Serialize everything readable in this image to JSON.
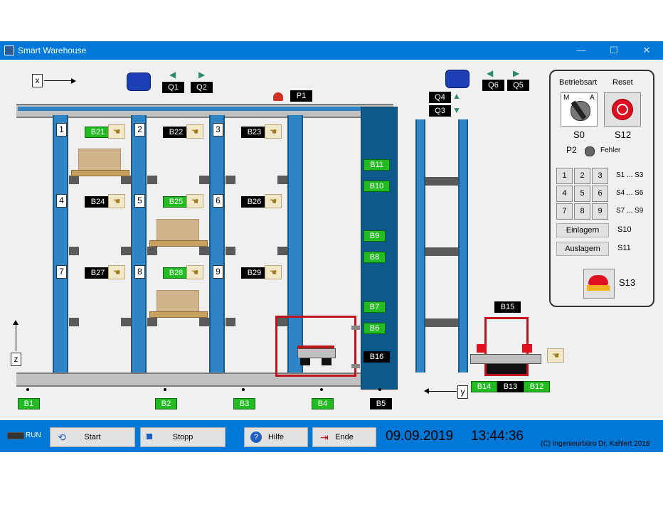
{
  "window": {
    "title": "Smart Warehouse",
    "min_label": "—",
    "max_label": "☐",
    "close_label": "✕"
  },
  "axes": {
    "x": "x",
    "y": "y",
    "z": "z"
  },
  "motors": {
    "q1": "Q1",
    "q2": "Q2",
    "q3": "Q3",
    "q4": "Q4",
    "q5": "Q5",
    "q6": "Q6"
  },
  "lamp": {
    "p1": "P1"
  },
  "slots": {
    "labels": [
      "1",
      "2",
      "3",
      "4",
      "5",
      "6",
      "7",
      "8",
      "9"
    ]
  },
  "sensors": {
    "b1": "B1",
    "b2": "B2",
    "b3": "B3",
    "b4": "B4",
    "b5": "B5",
    "b6": "B6",
    "b7": "B7",
    "b8": "B8",
    "b9": "B9",
    "b10": "B10",
    "b11": "B11",
    "b12": "B12",
    "b13": "B13",
    "b14": "B14",
    "b15": "B15",
    "b16": "B16",
    "b21": "B21",
    "b22": "B22",
    "b23": "B23",
    "b24": "B24",
    "b25": "B25",
    "b26": "B26",
    "b27": "B27",
    "b28": "B28",
    "b29": "B29"
  },
  "control_panel": {
    "betriebsart": "Betriebsart",
    "reset": "Reset",
    "switch_m": "M",
    "switch_a": "A",
    "s0": "S0",
    "s12": "S12",
    "p2": "P2",
    "fehler": "Fehler",
    "keys": [
      "1",
      "2",
      "3",
      "4",
      "5",
      "6",
      "7",
      "8",
      "9"
    ],
    "row_labels": [
      "S1 ... S3",
      "S4 ... S6",
      "S7 ... S9"
    ],
    "einlagern": "Einlagern",
    "s10": "S10",
    "auslagern": "Auslagern",
    "s11": "S11",
    "s13": "S13"
  },
  "bottom": {
    "run": "RUN",
    "start": "Start",
    "stopp": "Stopp",
    "hilfe": "Hilfe",
    "ende": "Ende",
    "date": "09.09.2019",
    "time": "13:44:36",
    "copyright": "(C) Ingenieurbüro Dr. Kahlert 2018"
  },
  "colors": {
    "sensor_on": "#22bb22",
    "sensor_off": "#000000",
    "rack": "#2e84c4",
    "titlebar": "#0078d7"
  }
}
